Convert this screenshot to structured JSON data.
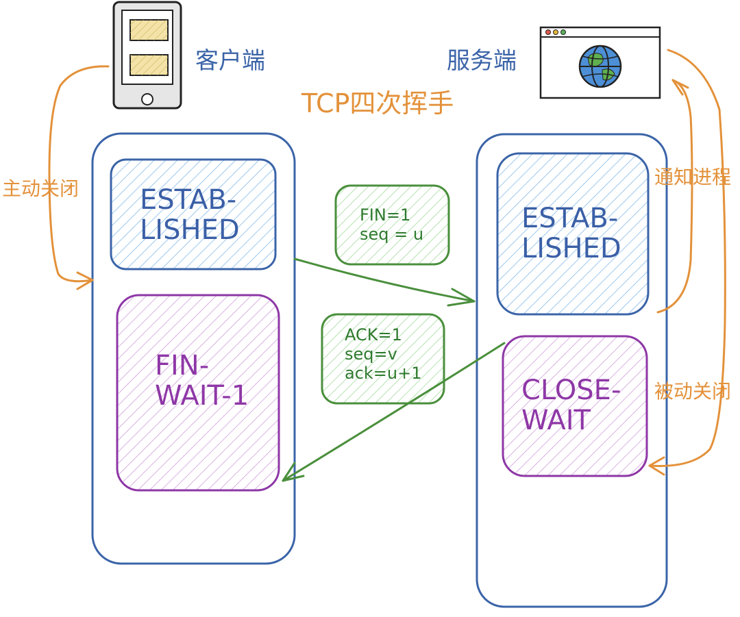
{
  "title": "TCP四次挥手",
  "client": {
    "label": "客户端",
    "side_label": "主动关闭"
  },
  "server": {
    "label": "服务端",
    "notify_label": "通知进程",
    "side_label": "被动关闭"
  },
  "client_states": {
    "established": {
      "line1": "ESTAB-",
      "line2": "LISHED"
    },
    "fin_wait": {
      "line1": "FIN-",
      "line2": "WAIT-1"
    }
  },
  "server_states": {
    "established": {
      "line1": "ESTAB-",
      "line2": "LISHED"
    },
    "close_wait": {
      "line1": "CLOSE-",
      "line2": "WAIT"
    }
  },
  "messages": {
    "fin": {
      "line1": "FIN=1",
      "line2": "seq = u"
    },
    "ack": {
      "line1": "ACK=1",
      "line2": "seq=v",
      "line3": "ack=u+1"
    }
  },
  "colors": {
    "blue": "#3B64A8",
    "purple": "#8E37A6",
    "green": "#4A8F3C",
    "orange": "#E3913A"
  }
}
